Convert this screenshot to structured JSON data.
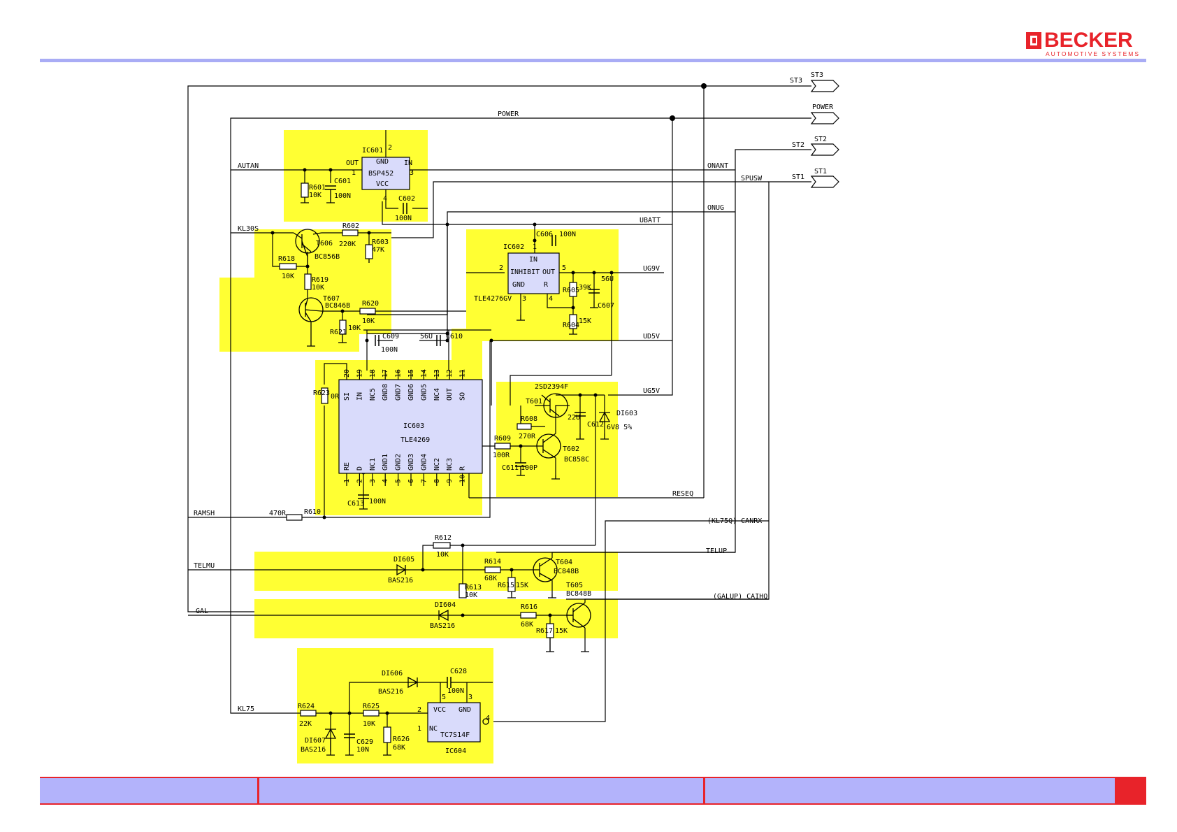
{
  "header": {
    "brand": "BECKER",
    "brand_sub": "AUTOMOTIVE SYSTEMS",
    "brand_color": "#e8232a",
    "rule_color": "#a9acf5"
  },
  "footer": {
    "bar_color": "#b3b3fb",
    "border_color": "#e8232a"
  },
  "schematic": {
    "highlight_color": "#ffff33",
    "connectors": {
      "st3": "ST3",
      "power": "POWER",
      "st2": "ST2",
      "st1": "ST1"
    },
    "nets": {
      "st3": "ST3",
      "power": "POWER",
      "st2": "ST2",
      "st1": "ST1",
      "autan": "AUTAN",
      "onant": "ONANT",
      "spusw": "SPUSW",
      "onug": "ONUG",
      "ubatt": "UBATT",
      "kl30s": "KL30S",
      "ug9v": "UG9V",
      "ud5v": "UD5V",
      "ug5v": "UG5V",
      "reseq": "RESEQ",
      "ramsh": "RAMSH",
      "kl75q_canrx": "(KL75Q) CANRX",
      "telmu": "TELMU",
      "telup": "TELUP",
      "gal": "GAL",
      "galup_caihq": "(GALUP) CAIHQ",
      "kl75": "KL75"
    },
    "ic601": {
      "ref": "IC601",
      "part": "BSP452",
      "pins": {
        "gnd": "GND",
        "in": "IN",
        "out": "OUT",
        "vcc": "VCC",
        "p1": "1",
        "p2": "2",
        "p3": "3",
        "p4": "4"
      }
    },
    "ic602": {
      "ref": "IC602",
      "part": "TLE4276GV",
      "pins": {
        "in": "IN",
        "inhibit": "INHIBIT",
        "out": "OUT",
        "gnd": "GND",
        "r": "R",
        "p1": "1",
        "p2": "2",
        "p3": "3",
        "p4": "4",
        "p5": "5"
      }
    },
    "ic603": {
      "ref": "IC603",
      "part": "TLE4269",
      "top_pins": [
        {
          "num": "20",
          "name": "SI"
        },
        {
          "num": "19",
          "name": "IN"
        },
        {
          "num": "18",
          "name": "NC5"
        },
        {
          "num": "17",
          "name": "GND8"
        },
        {
          "num": "16",
          "name": "GND7"
        },
        {
          "num": "15",
          "name": "GND6"
        },
        {
          "num": "14",
          "name": "GND5"
        },
        {
          "num": "13",
          "name": "NC4"
        },
        {
          "num": "12",
          "name": "OUT"
        },
        {
          "num": "11",
          "name": "SO"
        }
      ],
      "bottom_pins": [
        {
          "num": "1",
          "name": "RE"
        },
        {
          "num": "2",
          "name": "D"
        },
        {
          "num": "3",
          "name": "NC1"
        },
        {
          "num": "4",
          "name": "GND1"
        },
        {
          "num": "5",
          "name": "GND2"
        },
        {
          "num": "6",
          "name": "GND3"
        },
        {
          "num": "7",
          "name": "GND4"
        },
        {
          "num": "8",
          "name": "NC2"
        },
        {
          "num": "9",
          "name": "NC3"
        },
        {
          "num": "10",
          "name": "R"
        }
      ]
    },
    "ic604": {
      "ref": "IC604",
      "part": "TC7S14F",
      "pins": {
        "vcc": "VCC",
        "gnd": "GND",
        "nc": "NC",
        "p1": "1",
        "p2": "2",
        "p3": "3",
        "p4": "4",
        "p5": "5"
      }
    },
    "transistors": {
      "t601": {
        "ref": "T601",
        "part": "2SD2394F"
      },
      "t602": {
        "ref": "T602",
        "part": "BC858C"
      },
      "t604": {
        "ref": "T604",
        "part": "BC848B"
      },
      "t605": {
        "ref": "T605",
        "part": "BC848B"
      },
      "t606": {
        "ref": "T606",
        "part": "BC856B"
      },
      "t607": {
        "ref": "T607",
        "part": "BC846B"
      }
    },
    "resistors": {
      "r601": {
        "ref": "R601",
        "value": "10K"
      },
      "r602": {
        "ref": "R602",
        "value": "220K"
      },
      "r603": {
        "ref": "R603",
        "value": "47K"
      },
      "r604": {
        "ref": "R604",
        "value": "15K"
      },
      "r605": {
        "ref": "R605",
        "value": "39K"
      },
      "r608": {
        "ref": "R608",
        "value": "270R"
      },
      "r609": {
        "ref": "R609",
        "value": "100R"
      },
      "r610": {
        "ref": "R610",
        "value": "470R"
      },
      "r612": {
        "ref": "R612",
        "value": "10K"
      },
      "r613": {
        "ref": "R613",
        "value": "10K"
      },
      "r614": {
        "ref": "R614",
        "value": "68K"
      },
      "r615": {
        "ref": "R615",
        "value": "15K"
      },
      "r616": {
        "ref": "R616",
        "value": "68K"
      },
      "r617": {
        "ref": "R617",
        "value": "15K"
      },
      "r618": {
        "ref": "R618",
        "value": "10K"
      },
      "r619": {
        "ref": "R619",
        "value": "10K"
      },
      "r620": {
        "ref": "R620",
        "value": "10K"
      },
      "r621": {
        "ref": "R621",
        "value": "10K"
      },
      "r623": {
        "ref": "R623",
        "value": "0R"
      },
      "r624": {
        "ref": "R624",
        "value": "22K"
      },
      "r625": {
        "ref": "R625",
        "value": "10K"
      },
      "r626": {
        "ref": "R626",
        "value": "68K"
      }
    },
    "capacitors": {
      "c601": {
        "ref": "C601",
        "value": "100N"
      },
      "c602": {
        "ref": "C602",
        "value": "100N"
      },
      "c606": {
        "ref": "C606",
        "value": "100N"
      },
      "c607": {
        "ref": "C607",
        "value": "56U"
      },
      "c609": {
        "ref": "C609",
        "value": "100N"
      },
      "c610": {
        "ref": "C610",
        "value": "56U"
      },
      "c611": {
        "ref": "C611",
        "value": "100P"
      },
      "c612": {
        "ref": "C612",
        "value": "22U"
      },
      "c613": {
        "ref": "C613",
        "value": "100N"
      },
      "c628": {
        "ref": "C628",
        "value": "100N"
      },
      "c629": {
        "ref": "C629",
        "value": "10N"
      }
    },
    "diodes": {
      "di603": {
        "ref": "DI603",
        "value": "6V8 5%"
      },
      "di604": {
        "ref": "DI604",
        "value": "BAS216"
      },
      "di605": {
        "ref": "DI605",
        "value": "BAS216"
      },
      "di606": {
        "ref": "DI606",
        "value": "BAS216"
      },
      "di607": {
        "ref": "DI607",
        "value": "BAS216"
      }
    }
  }
}
